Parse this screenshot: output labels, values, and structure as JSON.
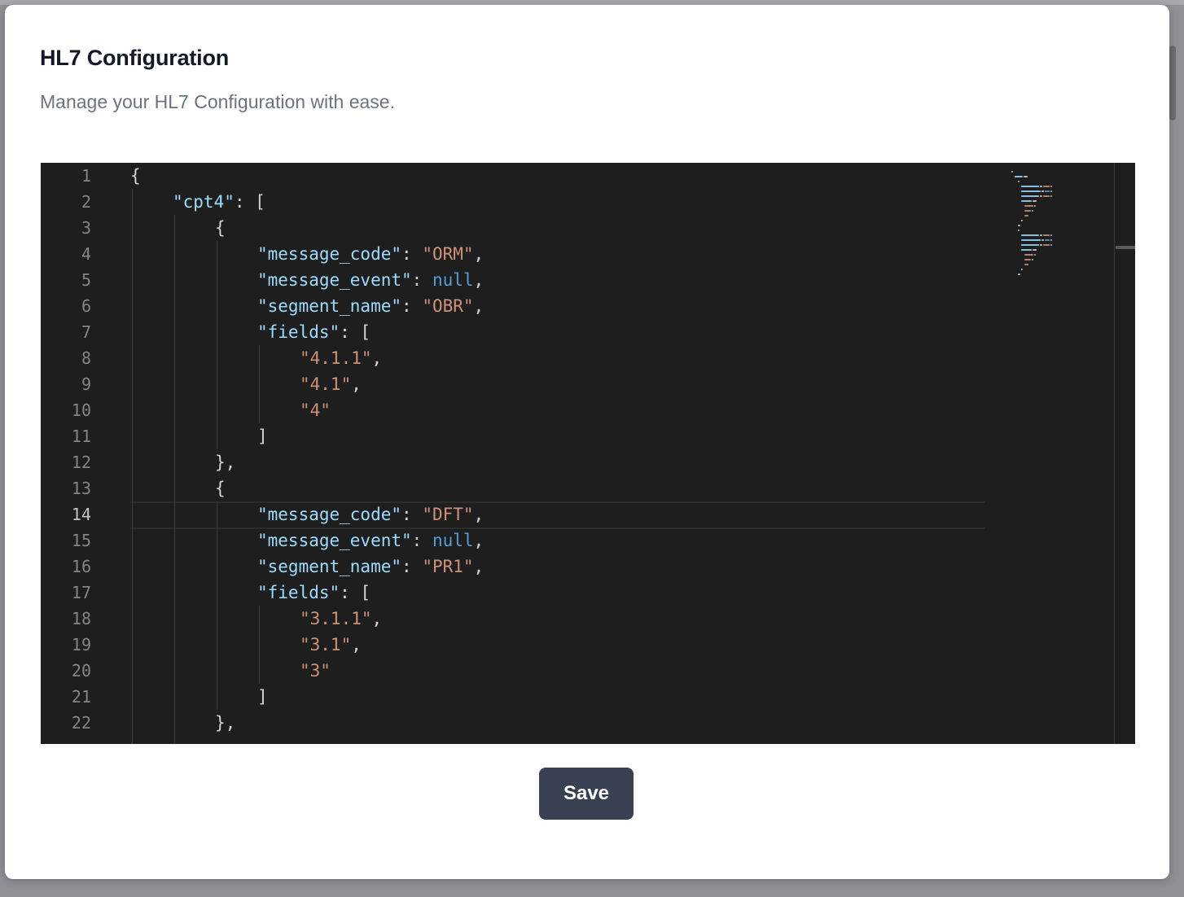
{
  "modal": {
    "title": "HL7 Configuration",
    "subtitle": "Manage your HL7 Configuration with ease.",
    "save_label": "Save"
  },
  "editor": {
    "active_line": 14,
    "colors": {
      "background": "#1e1e1e",
      "key": "#9cdcfe",
      "string": "#ce9178",
      "keyword": "#569cd6",
      "punctuation": "#d4d4d4",
      "line_number": "#858585"
    },
    "lines": [
      {
        "num": "1",
        "indent": 0,
        "tokens": [
          {
            "t": "p",
            "v": "{"
          }
        ]
      },
      {
        "num": "2",
        "indent": 1,
        "tokens": [
          {
            "t": "k",
            "v": "\"cpt4\""
          },
          {
            "t": "p",
            "v": ": ["
          }
        ]
      },
      {
        "num": "3",
        "indent": 2,
        "tokens": [
          {
            "t": "p",
            "v": "{"
          }
        ]
      },
      {
        "num": "4",
        "indent": 3,
        "tokens": [
          {
            "t": "k",
            "v": "\"message_code\""
          },
          {
            "t": "p",
            "v": ": "
          },
          {
            "t": "s",
            "v": "\"ORM\""
          },
          {
            "t": "p",
            "v": ","
          }
        ]
      },
      {
        "num": "5",
        "indent": 3,
        "tokens": [
          {
            "t": "k",
            "v": "\"message_event\""
          },
          {
            "t": "p",
            "v": ": "
          },
          {
            "t": "n",
            "v": "null"
          },
          {
            "t": "p",
            "v": ","
          }
        ]
      },
      {
        "num": "6",
        "indent": 3,
        "tokens": [
          {
            "t": "k",
            "v": "\"segment_name\""
          },
          {
            "t": "p",
            "v": ": "
          },
          {
            "t": "s",
            "v": "\"OBR\""
          },
          {
            "t": "p",
            "v": ","
          }
        ]
      },
      {
        "num": "7",
        "indent": 3,
        "tokens": [
          {
            "t": "k",
            "v": "\"fields\""
          },
          {
            "t": "p",
            "v": ": ["
          }
        ]
      },
      {
        "num": "8",
        "indent": 4,
        "tokens": [
          {
            "t": "s",
            "v": "\"4.1.1\""
          },
          {
            "t": "p",
            "v": ","
          }
        ]
      },
      {
        "num": "9",
        "indent": 4,
        "tokens": [
          {
            "t": "s",
            "v": "\"4.1\""
          },
          {
            "t": "p",
            "v": ","
          }
        ]
      },
      {
        "num": "10",
        "indent": 4,
        "tokens": [
          {
            "t": "s",
            "v": "\"4\""
          }
        ]
      },
      {
        "num": "11",
        "indent": 3,
        "tokens": [
          {
            "t": "p",
            "v": "]"
          }
        ]
      },
      {
        "num": "12",
        "indent": 2,
        "tokens": [
          {
            "t": "p",
            "v": "},"
          }
        ]
      },
      {
        "num": "13",
        "indent": 2,
        "tokens": [
          {
            "t": "p",
            "v": "{"
          }
        ]
      },
      {
        "num": "14",
        "indent": 3,
        "tokens": [
          {
            "t": "k",
            "v": "\"message_code\""
          },
          {
            "t": "p",
            "v": ": "
          },
          {
            "t": "s",
            "v": "\"DFT\""
          },
          {
            "t": "p",
            "v": ","
          }
        ]
      },
      {
        "num": "15",
        "indent": 3,
        "tokens": [
          {
            "t": "k",
            "v": "\"message_event\""
          },
          {
            "t": "p",
            "v": ": "
          },
          {
            "t": "n",
            "v": "null"
          },
          {
            "t": "p",
            "v": ","
          }
        ]
      },
      {
        "num": "16",
        "indent": 3,
        "tokens": [
          {
            "t": "k",
            "v": "\"segment_name\""
          },
          {
            "t": "p",
            "v": ": "
          },
          {
            "t": "s",
            "v": "\"PR1\""
          },
          {
            "t": "p",
            "v": ","
          }
        ]
      },
      {
        "num": "17",
        "indent": 3,
        "tokens": [
          {
            "t": "k",
            "v": "\"fields\""
          },
          {
            "t": "p",
            "v": ": ["
          }
        ]
      },
      {
        "num": "18",
        "indent": 4,
        "tokens": [
          {
            "t": "s",
            "v": "\"3.1.1\""
          },
          {
            "t": "p",
            "v": ","
          }
        ]
      },
      {
        "num": "19",
        "indent": 4,
        "tokens": [
          {
            "t": "s",
            "v": "\"3.1\""
          },
          {
            "t": "p",
            "v": ","
          }
        ]
      },
      {
        "num": "20",
        "indent": 4,
        "tokens": [
          {
            "t": "s",
            "v": "\"3\""
          }
        ]
      },
      {
        "num": "21",
        "indent": 3,
        "tokens": [
          {
            "t": "p",
            "v": "]"
          }
        ]
      },
      {
        "num": "22",
        "indent": 2,
        "tokens": [
          {
            "t": "p",
            "v": "},"
          }
        ]
      }
    ]
  }
}
